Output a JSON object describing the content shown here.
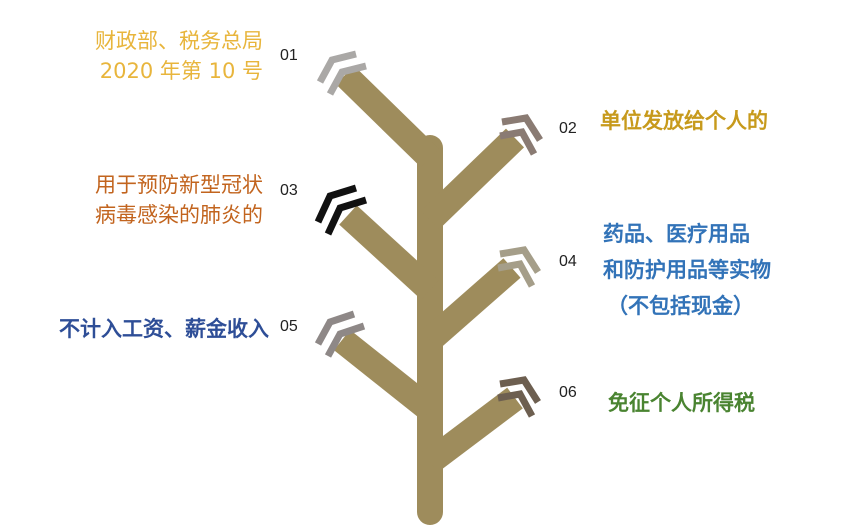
{
  "colors": {
    "trunk": "#9e8c5c",
    "item1": "#e8b53c",
    "item2": "#c79a1c",
    "item3": "#c2641e",
    "item4": "#3273b8",
    "item5": "#2e4e97",
    "item6": "#4a8431",
    "chevron1": "#aaa8a6",
    "chevron2": "#8a7b73",
    "chevron3": "#111111",
    "chevron4": "#a59e89",
    "chevron5": "#8e8887",
    "chevron6": "#6d5f50"
  },
  "items": [
    {
      "number": "01",
      "lines": [
        "财政部、税务总局",
        "2020 年第 10 号"
      ]
    },
    {
      "number": "02",
      "lines": [
        "单位发放给个人的"
      ]
    },
    {
      "number": "03",
      "lines": [
        "用于预防新型冠状",
        "病毒感染的肺炎的"
      ]
    },
    {
      "number": "04",
      "lines": [
        "药品、医疗用品",
        "和防护用品等实物",
        "（不包括现金）"
      ]
    },
    {
      "number": "05",
      "lines": [
        "不计入工资、薪金收入"
      ]
    },
    {
      "number": "06",
      "lines": [
        "免征个人所得税"
      ]
    }
  ]
}
